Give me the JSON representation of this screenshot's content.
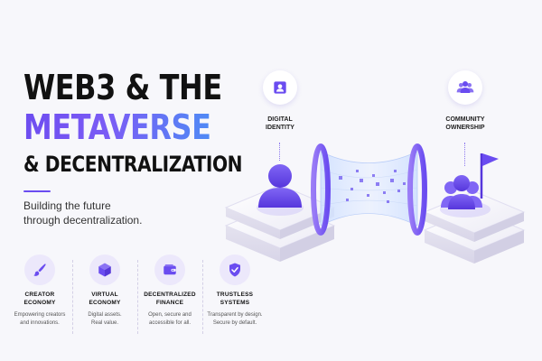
{
  "headline": {
    "line1": "WEB3 & THE",
    "line2": "METAVERSE",
    "line3": "& DECENTRALIZATION"
  },
  "tagline": "Building the future\nthrough decentralization.",
  "nodes": {
    "left": {
      "label": "DIGITAL\nIDENTITY",
      "icon": "person-icon"
    },
    "right": {
      "label": "COMMUNITY\nOWNERSHIP",
      "icon": "group-icon"
    }
  },
  "features": [
    {
      "title": "CREATOR\nECONOMY",
      "desc": "Empowering creators\nand innovations.",
      "icon": "brush-icon"
    },
    {
      "title": "VIRTUAL\nECONOMY",
      "desc": "Digital assets.\nReal value.",
      "icon": "cube-icon"
    },
    {
      "title": "DECENTRALIZED\nFINANCE",
      "desc": "Open, secure and\naccessible for all.",
      "icon": "wallet-icon"
    },
    {
      "title": "TRUSTLESS\nSYSTEMS",
      "desc": "Transparent by design.\nSecure by default.",
      "icon": "shield-check-icon"
    }
  ],
  "colors": {
    "accent": "#6a4cf0",
    "accent_light": "#ece8fb",
    "gradient_end": "#4f8af5"
  }
}
